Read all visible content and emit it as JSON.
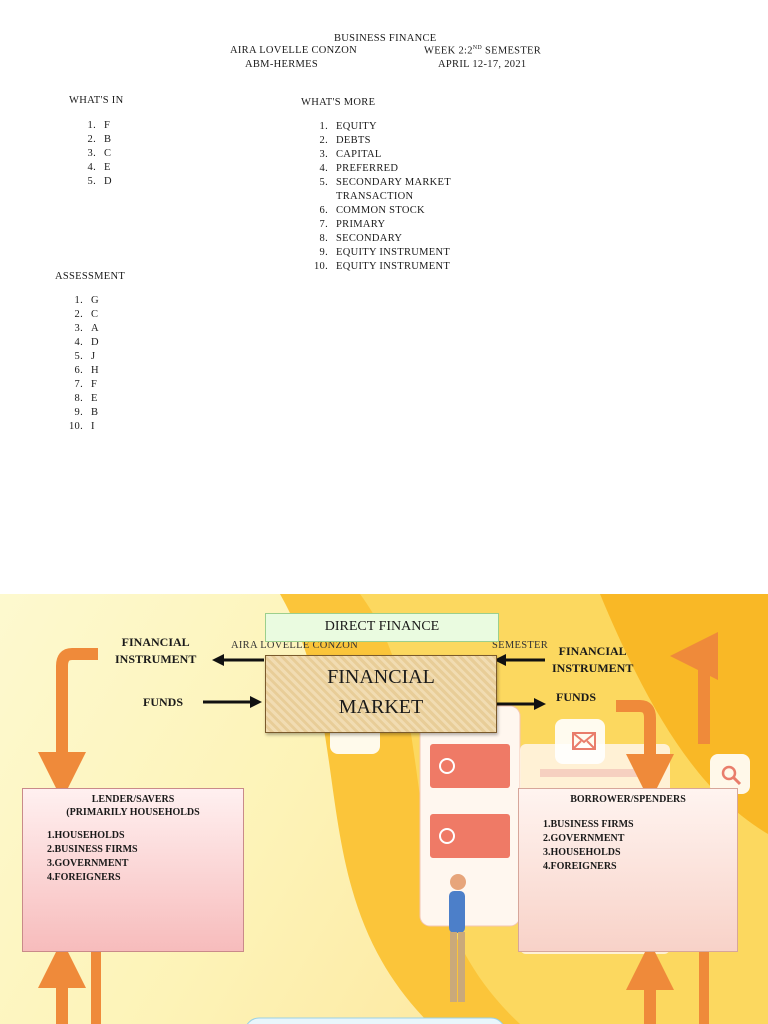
{
  "header": {
    "subject": "BUSINESS FINANCE",
    "student": "AIRA LOVELLE CONZON",
    "week": "WEEK 2:2",
    "week_sup": "ND",
    "semester": " SEMESTER",
    "section": "ABM-HERMES",
    "date": "APRIL 12-17, 2021"
  },
  "whats_in": {
    "title": "WHAT'S IN",
    "items": [
      {
        "n": "1.",
        "v": "F"
      },
      {
        "n": "2.",
        "v": "B"
      },
      {
        "n": "3.",
        "v": "C"
      },
      {
        "n": "4.",
        "v": "E"
      },
      {
        "n": "5.",
        "v": "D"
      }
    ]
  },
  "whats_more": {
    "title": "WHAT'S MORE",
    "items": [
      {
        "n": "1.",
        "v": "EQUITY"
      },
      {
        "n": "2.",
        "v": "DEBTS"
      },
      {
        "n": "3.",
        "v": "CAPITAL"
      },
      {
        "n": "4.",
        "v": "PREFERRED"
      },
      {
        "n": "5.",
        "v": "SECONDARY MARKET"
      },
      {
        "n": "",
        "v": "TRANSACTION"
      },
      {
        "n": "6.",
        "v": "COMMON STOCK"
      },
      {
        "n": "7.",
        "v": "PRIMARY"
      },
      {
        "n": "8.",
        "v": "SECONDARY"
      },
      {
        "n": "9.",
        "v": "EQUITY INSTRUMENT"
      },
      {
        "n": "10.",
        "v": "EQUITY INSTRUMENT"
      }
    ]
  },
  "assessment": {
    "title": "ASSESSMENT",
    "items": [
      {
        "n": "1.",
        "v": "G"
      },
      {
        "n": "2.",
        "v": "C"
      },
      {
        "n": "3.",
        "v": "A"
      },
      {
        "n": "4.",
        "v": "D"
      },
      {
        "n": "5.",
        "v": "J"
      },
      {
        "n": "6.",
        "v": "H"
      },
      {
        "n": "7.",
        "v": "F"
      },
      {
        "n": "8.",
        "v": "E"
      },
      {
        "n": "9.",
        "v": "B"
      },
      {
        "n": "10.",
        "v": "I"
      }
    ]
  },
  "diagram": {
    "title": "DIRECT FINANCE",
    "market_line1": "FINANCIAL",
    "market_line2": "MARKET",
    "left_instrument_1": "FINANCIAL",
    "left_instrument_2": "INSTRUMENT",
    "left_funds": "FUNDS",
    "right_instrument_1": "FINANCIAL",
    "right_instrument_2": "INSTRUMENT",
    "right_funds": "FUNDS",
    "bg_student": "AIRA LOVELLE CONZON",
    "bg_semester": "SEMESTER",
    "lenders": {
      "head": "LENDER/SAVERS (PRIMARILY HOUSEHOLDS",
      "items": [
        {
          "n": "1.",
          "v": "HOUSEHOLDS"
        },
        {
          "n": "2.",
          "v": "BUSINESS FIRMS"
        },
        {
          "n": "3.",
          "v": "GOVERNMENT"
        },
        {
          "n": "4.",
          "v": "FOREIGNERS"
        }
      ]
    },
    "borrowers": {
      "head": "BORROWER/SPENDERS",
      "items": [
        {
          "n": "1.",
          "v": "BUSINESS FIRMS"
        },
        {
          "n": "2.",
          "v": "GOVERNMENT"
        },
        {
          "n": "3.",
          "v": "HOUSEHOLDS"
        },
        {
          "n": "4.",
          "v": "FOREIGNERS"
        }
      ]
    }
  },
  "colors": {
    "arrow_orange": "#ef8a3a",
    "card_pink": "#f7bcbc",
    "title_green": "#eafbe0"
  }
}
